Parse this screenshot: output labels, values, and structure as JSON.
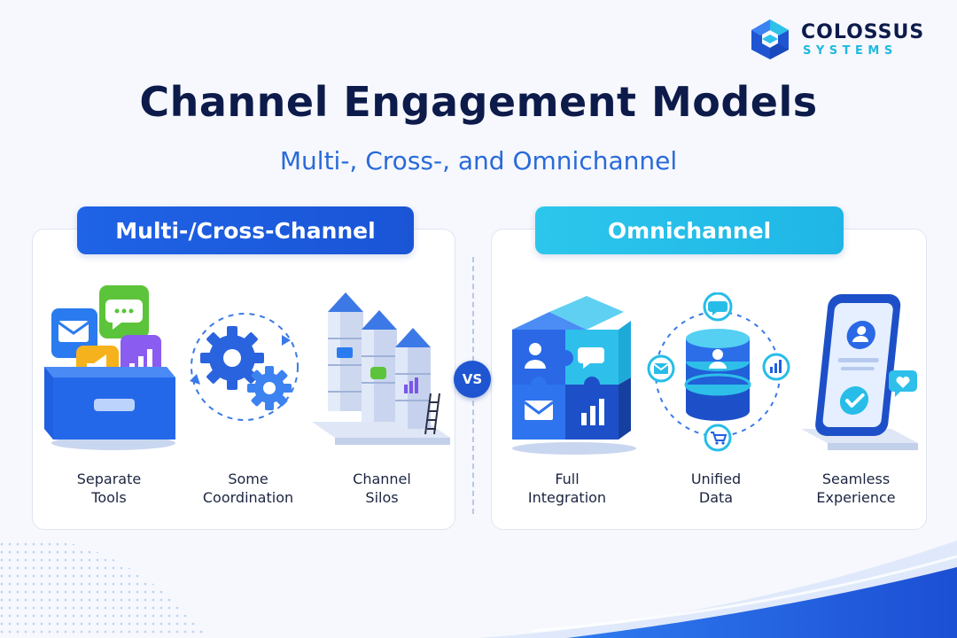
{
  "brand": {
    "name": "COLOSSUS",
    "sub": "SYSTEMS",
    "color": "#21b9df"
  },
  "title": "Channel Engagement Models",
  "subtitle": "Multi-, Cross-, and Omnichannel",
  "vs_label": "VS",
  "panels": [
    {
      "heading": "Multi-/Cross-Channel",
      "color": "#1f5fe0",
      "items": [
        {
          "icon": "toolbox-icon",
          "line1": "Separate",
          "line2": "Tools"
        },
        {
          "icon": "gears-icon",
          "line1": "Some",
          "line2": "Coordination"
        },
        {
          "icon": "silos-icon",
          "line1": "Channel",
          "line2": "Silos"
        }
      ]
    },
    {
      "heading": "Omnichannel",
      "color": "#27c0ea",
      "items": [
        {
          "icon": "puzzle-cube-icon",
          "line1": "Full",
          "line2": "Integration"
        },
        {
          "icon": "database-icon",
          "line1": "Unified",
          "line2": "Data"
        },
        {
          "icon": "smartphone-icon",
          "line1": "Seamless",
          "line2": "Experience"
        }
      ]
    }
  ]
}
